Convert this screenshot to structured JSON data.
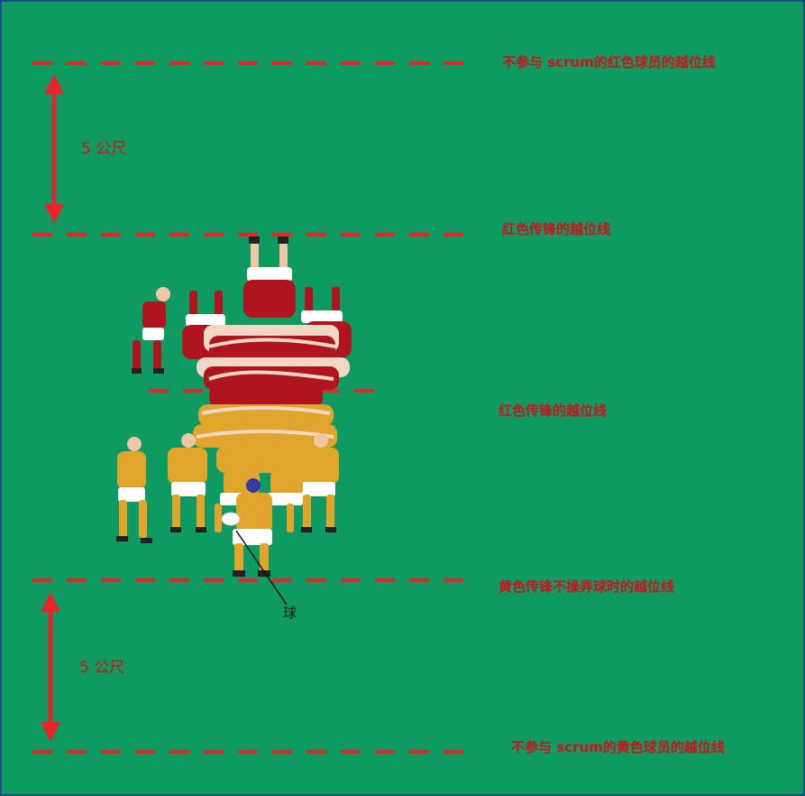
{
  "colors": {
    "pitch": "#0f9a62",
    "pitch_border": "#1a4f86",
    "offside_line": "#e8232a",
    "label_text": "#d0121b",
    "red_team_shirt": "#b0141e",
    "yellow_team_shirt": "#e0a52a",
    "shorts": "#ffffff",
    "skin": "#f0c6a6"
  },
  "labels": {
    "red_nonscrum_offside": "不参与 scrum的红色球员的越位线",
    "red_forward_offside_top": "红色传锋的越位线",
    "red_forward_offside_mid": "红色传锋的越位线",
    "yellow_forward_offside": "黄色传锋不操弄球时的越位线",
    "yellow_nonscrum_offside": "不参与 scrum的黄色球员的越位线",
    "distance_top": "5 公尺",
    "distance_bottom": "5 公尺",
    "ball": "球"
  }
}
